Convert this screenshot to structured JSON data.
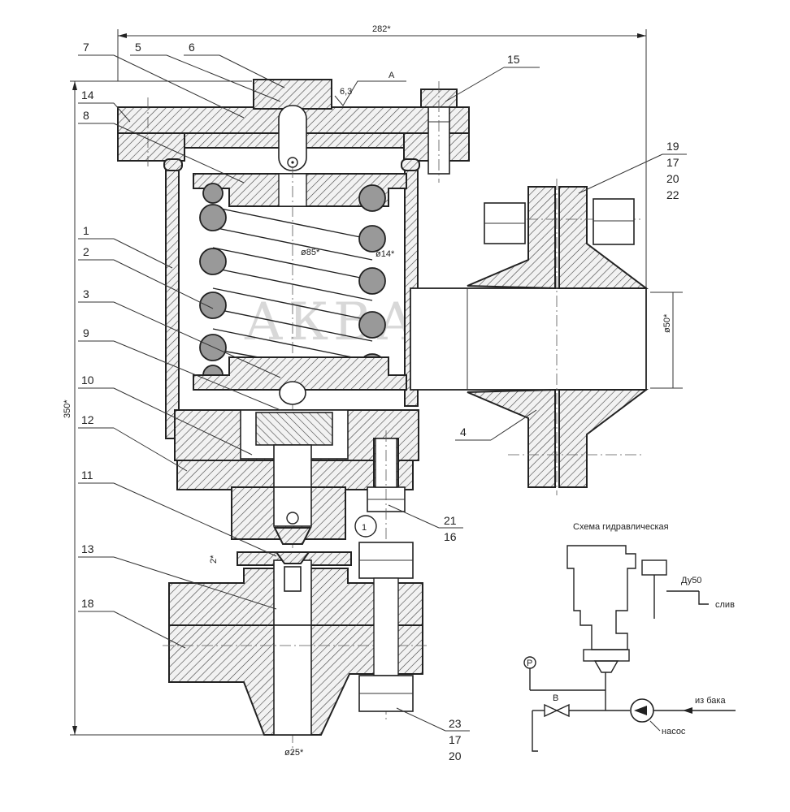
{
  "title": "",
  "watermark": "АКВАТОК",
  "dimensions": {
    "overall_width": "282*",
    "overall_height": "350*",
    "spring_diameter": "ø85*",
    "wire_diameter": "ø14*",
    "outlet_diameter": "ø50*",
    "inlet_diameter": "ø25*",
    "gap": "2*",
    "roughness": "6,3"
  },
  "view_marker": "A",
  "detail_marker": "1",
  "part_labels": [
    "5",
    "6",
    "7",
    "14",
    "8",
    "1",
    "2",
    "3",
    "9",
    "10",
    "12",
    "11",
    "13",
    "18",
    "15",
    "4",
    "21",
    "16",
    "23",
    "17",
    "20",
    "19",
    "17",
    "20",
    "22"
  ],
  "schema": {
    "title": "Схема гидравлическая",
    "nominal": "Ду50",
    "drain": "слив",
    "from_tank": "из бака",
    "pump": "насос",
    "gauge": "P",
    "valve": "В"
  }
}
